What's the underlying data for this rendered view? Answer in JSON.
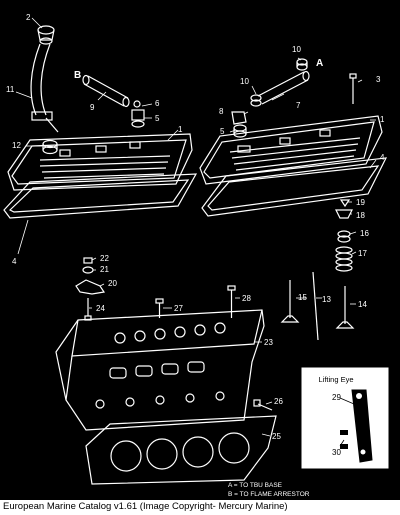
{
  "callouts": {
    "c1a": "1",
    "c1b": "1",
    "c2": "2",
    "c3": "3",
    "c4a": "4",
    "c4b": "4",
    "c5a": "5",
    "c5b": "5",
    "c6": "6",
    "c7": "7",
    "c8": "8",
    "c9": "9",
    "c10a": "10",
    "c10b": "10",
    "c11": "11",
    "c12": "12",
    "c13": "13",
    "c14": "14",
    "c15": "15",
    "c16": "16",
    "c17": "17",
    "c18": "18",
    "c19": "19",
    "c20": "20",
    "c21": "21",
    "c22": "22",
    "c23": "23",
    "c24": "24",
    "c25": "25",
    "c26": "26",
    "c27": "27",
    "c28": "28",
    "c29": "29",
    "c30": "30"
  },
  "letters": {
    "a": "A",
    "b": "B"
  },
  "inset": {
    "title": "Lifting Eye"
  },
  "notes": {
    "a": "A = TO TBU BASE",
    "b": "B = TO FLAME ARRESTOR"
  },
  "caption": "European Marine Catalog v1.61 (Image Copyright- Mercury Marine)"
}
